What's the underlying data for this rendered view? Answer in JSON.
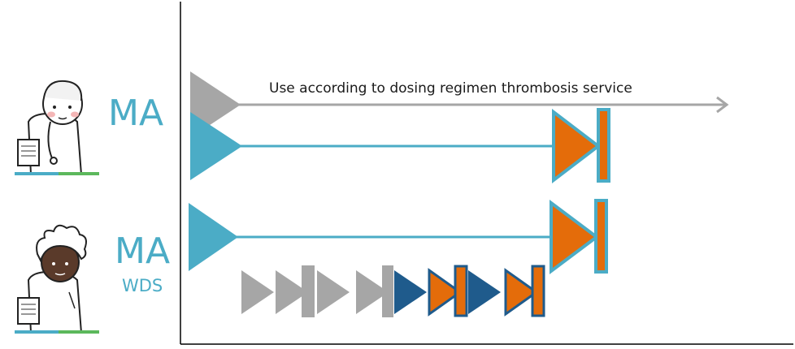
{
  "rows": [
    {
      "role": "MA",
      "subrole": ""
    },
    {
      "role": "MA",
      "subrole": "WDS"
    }
  ],
  "instruction": "Use according to dosing regimen thrombosis service",
  "colors": {
    "gray": "#a6a6a6",
    "teal": "#4bacc6",
    "orange": "#e46c0a",
    "navy": "#1f5b8c",
    "axis": "#000000"
  },
  "icons": [
    "doctor-icon",
    "doctor-icon"
  ]
}
